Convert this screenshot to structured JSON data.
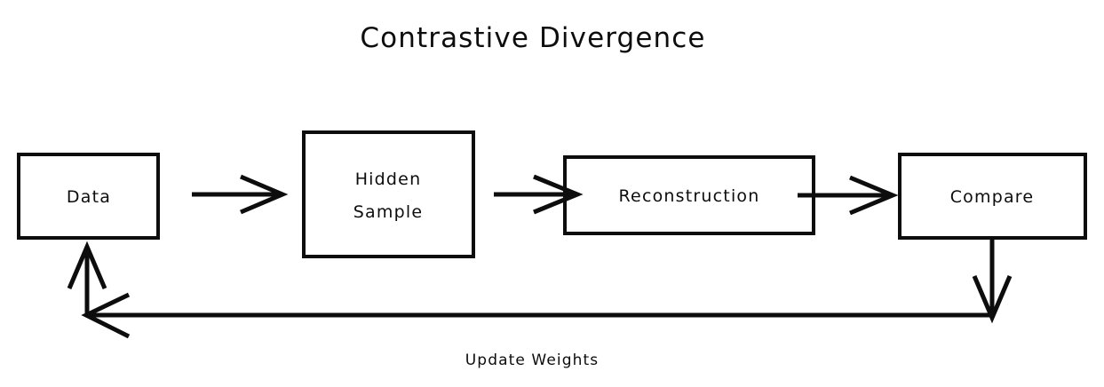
{
  "diagram": {
    "title": "Contrastive Divergence",
    "background_color": "#ffffff",
    "stroke_color": "#0d0d0d",
    "style": "hand-drawn-flowchart",
    "nodes": [
      {
        "id": "data",
        "label": "Data",
        "shape": "rectangle"
      },
      {
        "id": "hidden-sample",
        "label_line1": "Hidden",
        "label_line2": "Sample",
        "label": "Hidden Sample",
        "shape": "rectangle"
      },
      {
        "id": "reconstruction",
        "label": "Reconstruction",
        "shape": "rectangle"
      },
      {
        "id": "compare",
        "label": "Compare",
        "shape": "rectangle"
      }
    ],
    "edges": [
      {
        "id": "data-to-hidden",
        "from": "data",
        "to": "hidden-sample",
        "label": "",
        "direction": "right"
      },
      {
        "id": "hidden-to-reconstruction",
        "from": "hidden-sample",
        "to": "reconstruction",
        "label": "",
        "direction": "right"
      },
      {
        "id": "reconstruction-to-compare",
        "from": "reconstruction",
        "to": "compare",
        "label": "",
        "direction": "right"
      },
      {
        "id": "compare-to-data",
        "from": "compare",
        "to": "data",
        "label": "Update Weights",
        "direction": "feedback-loop"
      }
    ],
    "feedback_label": "Update Weights"
  }
}
